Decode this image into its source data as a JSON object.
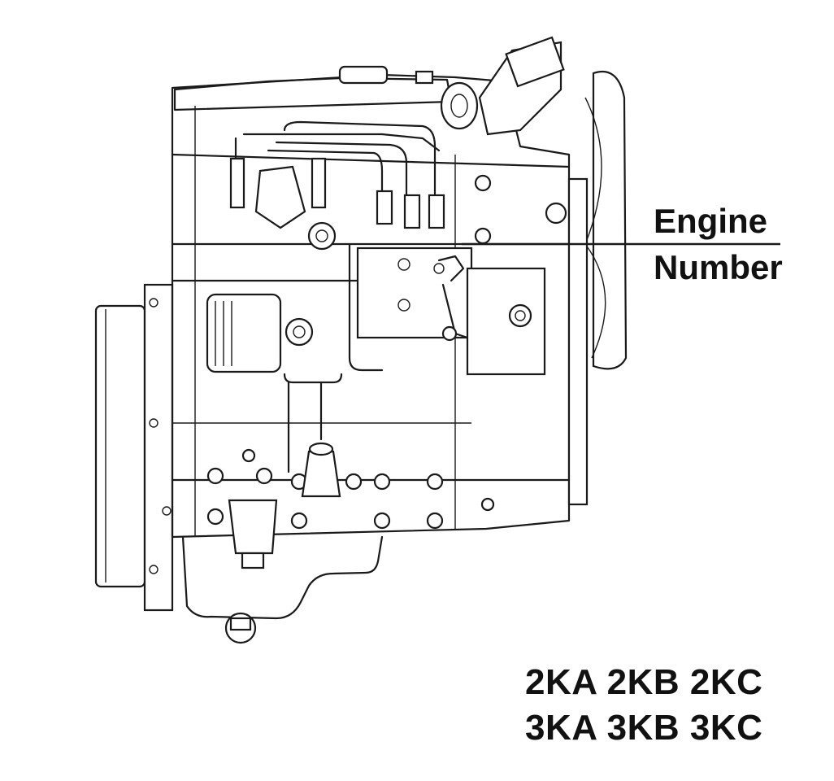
{
  "callout": {
    "line1": "Engine",
    "line2": "Number"
  },
  "models": {
    "line1": "2KA 2KB 2KC",
    "line2": "3KA 3KB 3KC"
  }
}
